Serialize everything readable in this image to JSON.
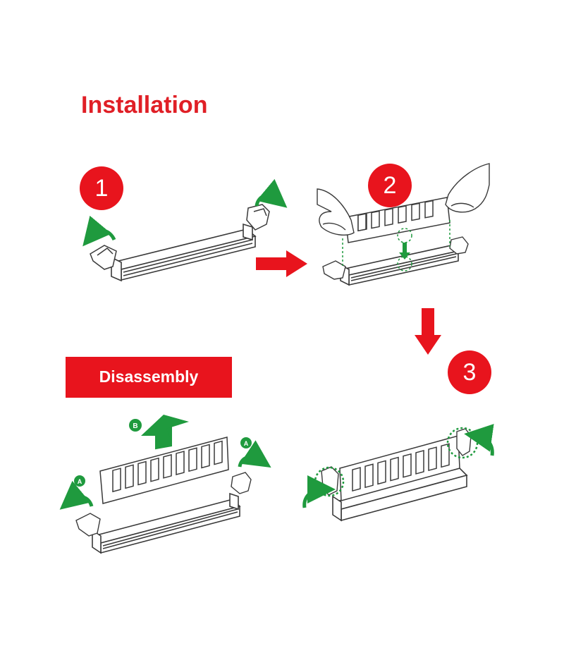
{
  "title": "Installation",
  "banner": "Disassembly",
  "steps": [
    "1",
    "2",
    "3"
  ],
  "badges": {
    "a": "A",
    "b": "B"
  },
  "colors": {
    "red": "#e8141d",
    "green": "#1f9a3e",
    "line": "#3a3a3a"
  }
}
